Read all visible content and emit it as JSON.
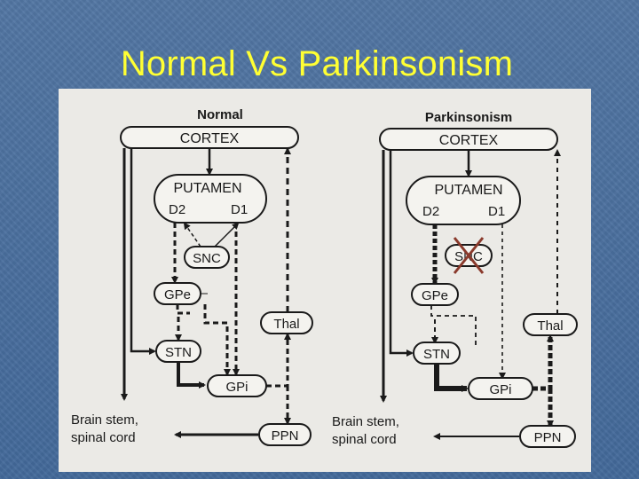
{
  "slide": {
    "title": "Normal Vs Parkinsonism"
  },
  "panels": [
    {
      "heading": "Normal",
      "cortex": "CORTEX",
      "putamen": "PUTAMEN",
      "d2": "D2",
      "d1": "D1",
      "snc": "SNC",
      "gpe": "GPe",
      "thal": "Thal",
      "stn": "STN",
      "gpi": "GPi",
      "brainstem_line1": "Brain stem,",
      "brainstem_line2": "spinal cord",
      "ppn": "PPN"
    },
    {
      "heading": "Parkinsonism",
      "cortex": "CORTEX",
      "putamen": "PUTAMEN",
      "d2": "D2",
      "d1": "D1",
      "snc": "SNC",
      "gpe": "GPe",
      "thal": "Thal",
      "stn": "STN",
      "gpi": "GPi",
      "brainstem_line1": "Brain stem,",
      "brainstem_line2": "spinal cord",
      "ppn": "PPN"
    }
  ],
  "colors": {
    "title": "#ffff33",
    "background": "#4a6f9c",
    "figure": "#ebeae6"
  }
}
